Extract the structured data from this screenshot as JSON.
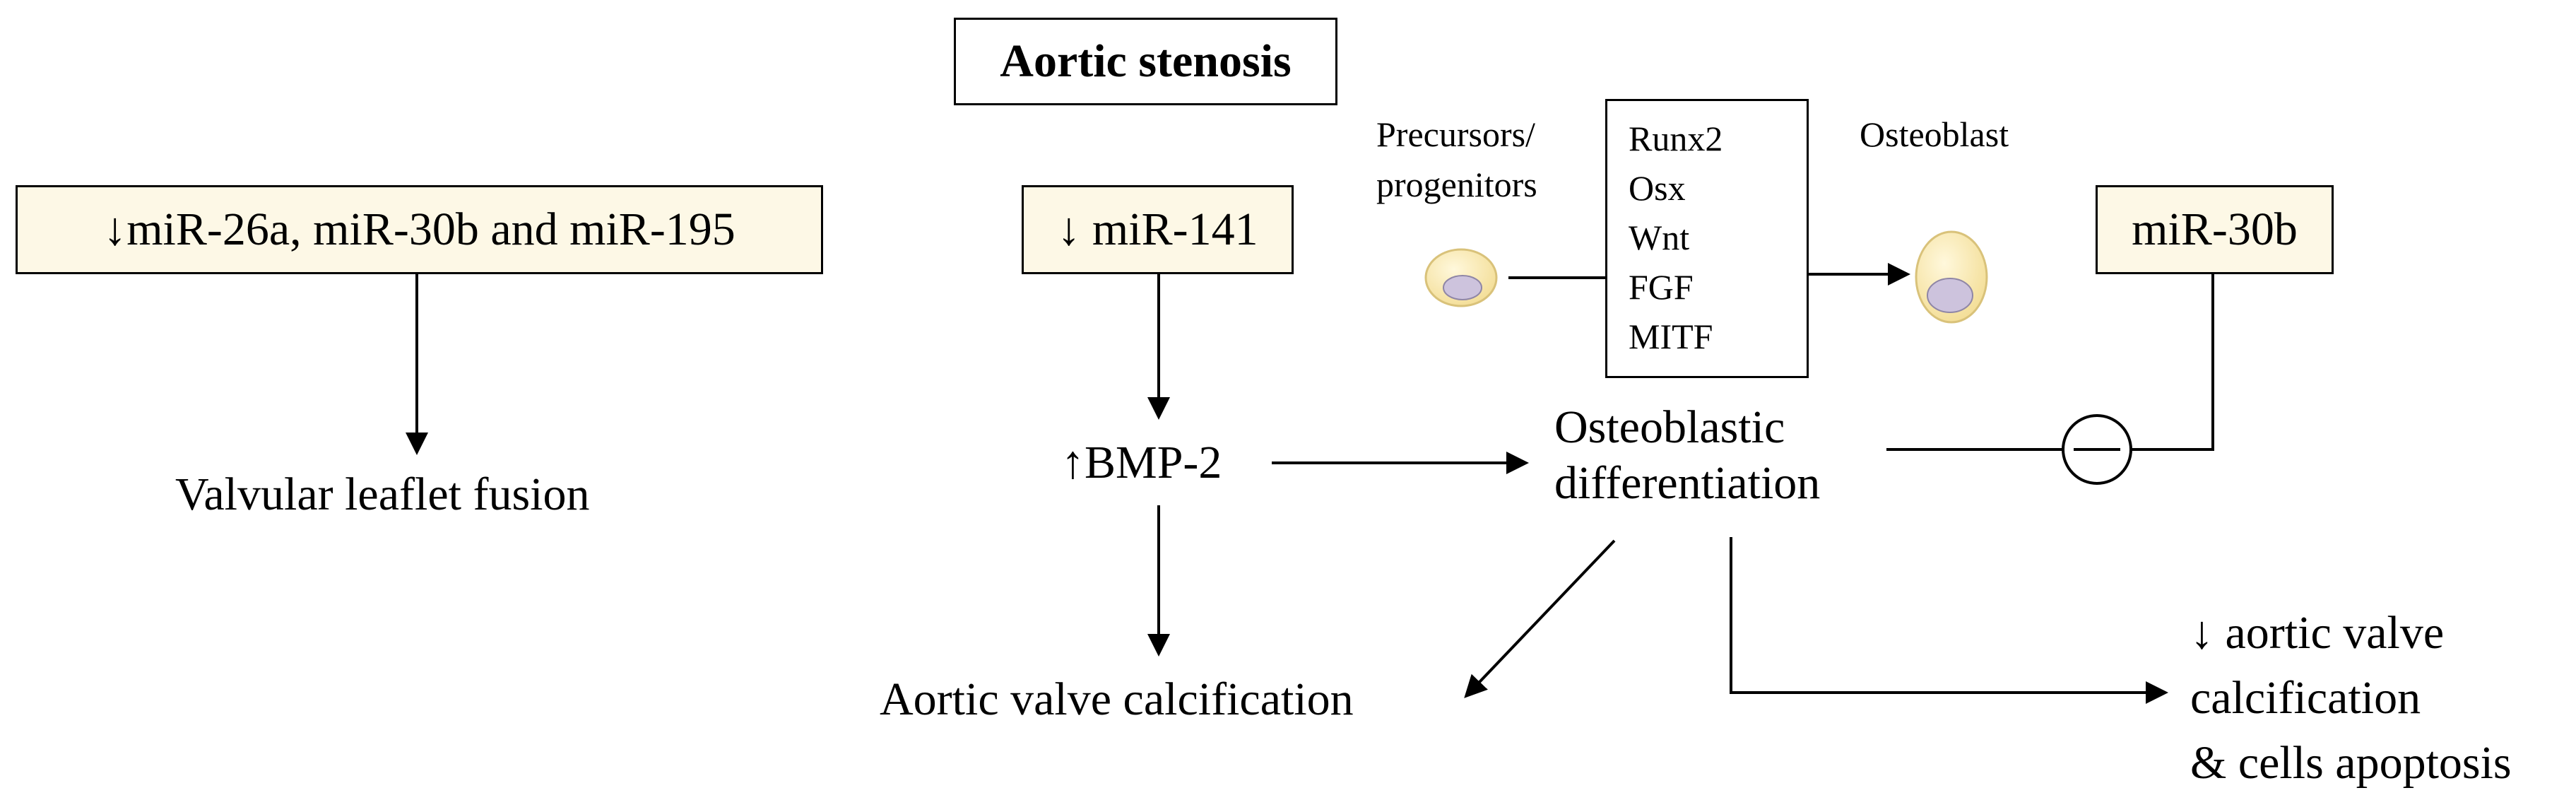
{
  "title": "Aortic stenosis",
  "boxes": {
    "mir_cluster": "↓miR-26a, miR-30b and miR-195",
    "mir_141": "↓ miR-141",
    "mir_30b": "miR-30b"
  },
  "cell_labels": {
    "precursors_line1": "Precursors/",
    "precursors_line2": "progenitors",
    "osteoblast": "Osteoblast"
  },
  "factors": [
    "Runx2",
    "Osx",
    "Wnt",
    "FGF",
    "MITF"
  ],
  "nodes": {
    "leaflet_fusion": "Valvular leaflet fusion",
    "bmp2": "↑BMP-2",
    "osteo_line1": "Osteoblastic",
    "osteo_line2": "differentiation",
    "aortic_calc": "Aortic valve calcification",
    "reduced_line1": "↓ aortic valve",
    "reduced_line2": "calcification",
    "reduced_line3": "& cells apoptosis"
  },
  "colors": {
    "box_fill": "#fdf8e6",
    "cell_body": "#fbeab2",
    "cell_nucleus": "#cdc3dd"
  }
}
